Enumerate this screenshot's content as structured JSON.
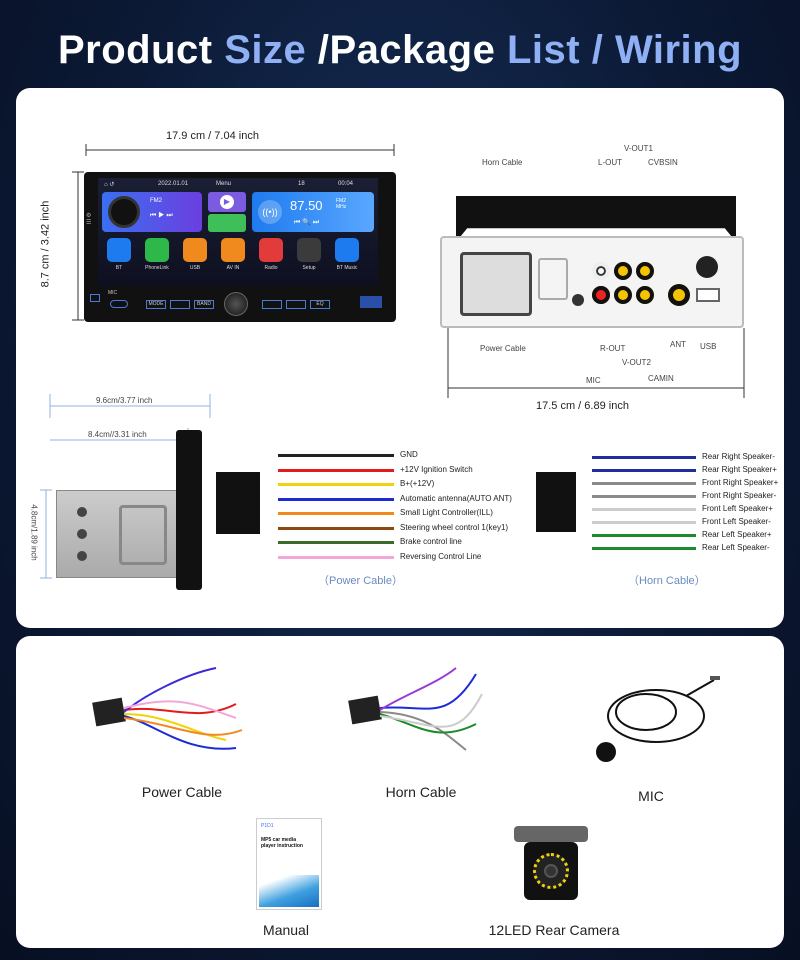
{
  "title": {
    "w1": "Product",
    "w2": "Size",
    "w3": "/Package",
    "w4": "List",
    "w5": "/ Wiring"
  },
  "dims": {
    "front_width": "17.9 cm / 7.04 inch",
    "front_height": "8.7 cm / 3.42 inch",
    "rear_width": "17.5 cm / 6.89 inch",
    "side_depth1": "9.6cm/3.77 inch",
    "side_depth2": "8.4cm//3.31 inch",
    "side_height": "4.8cm/1.89 inch"
  },
  "screen": {
    "date": "2022.01.01",
    "menu": "Menu",
    "bt_count": "18",
    "time": "00:04",
    "fm": "FM2",
    "freq": "87.50",
    "fm2": "FM2",
    "unit": "MHz",
    "apps": [
      "BT",
      "PhoneLink",
      "USB",
      "AV IN",
      "Radio",
      "Setup",
      "BT Music"
    ],
    "mic": "MIC",
    "buttons": [
      "MODE",
      "BAND"
    ],
    "eq": "EQ"
  },
  "rear_labels": {
    "horn": "Horn Cable",
    "power": "Power Cable",
    "vout1": "V-OUT1",
    "lout": "L-OUT",
    "cvbsin": "CVBSIN",
    "rout": "R-OUT",
    "vout2": "V-OUT2",
    "camin": "CAMIN",
    "mic": "MIC",
    "ant": "ANT",
    "usb": "USB"
  },
  "power_wires": [
    {
      "label": "GND",
      "color": "#222222"
    },
    {
      "label": "+12V Ignition Switch",
      "color": "#e21b1b"
    },
    {
      "label": "B+(+12V)",
      "color": "#f2d20b"
    },
    {
      "label": "Automatic antenna(AUTO ANT)",
      "color": "#1c2bd6"
    },
    {
      "label": "Small Light Controller(ILL)",
      "color": "#f08a1e"
    },
    {
      "label": "Steering wheel control 1(key1)",
      "color": "#8a4a14"
    },
    {
      "label": "Brake control line",
      "color": "#3b6b2b"
    },
    {
      "label": "Reversing Control Line",
      "color": "#f5a6d8"
    }
  ],
  "horn_wires": [
    {
      "label": "Rear Right Speaker-",
      "color": "#1f2f9a"
    },
    {
      "label": "Rear Right Speaker+",
      "color": "#1f2f9a"
    },
    {
      "label": "Front Right Speaker+",
      "color": "#8a8a8a"
    },
    {
      "label": "Front Right Speaker-",
      "color": "#8a8a8a"
    },
    {
      "label": "Front Left Speaker+",
      "color": "#cccccc"
    },
    {
      "label": "Front Left Speaker-",
      "color": "#cccccc"
    },
    {
      "label": "Rear Left Speaker+",
      "color": "#1d8a2c"
    },
    {
      "label": "Rear Left Speaker-",
      "color": "#1d8a2c"
    }
  ],
  "captions": {
    "power": "（Power Cable）",
    "horn": "（Horn Cable）"
  },
  "package": {
    "power": "Power Cable",
    "horn": "Horn Cable",
    "mic": "MIC",
    "manual": "Manual",
    "camera": "12LED Rear Camera",
    "manual_text": "MP5 car media player instruction",
    "manual_brand": "P1D1"
  }
}
